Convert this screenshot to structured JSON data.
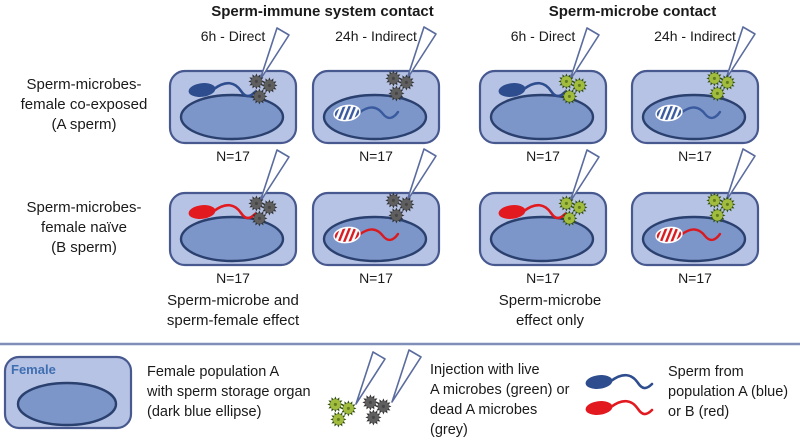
{
  "headers": {
    "left": "Sperm-immune system contact",
    "right": "Sperm-microbe contact"
  },
  "timepoints": [
    "6h - Direct",
    "24h - Indirect",
    "6h - Direct",
    "24h - Indirect"
  ],
  "row_labels": {
    "a": [
      "Sperm-microbes-",
      "female co-exposed",
      "(A sperm)"
    ],
    "b": [
      "Sperm-microbes-",
      "female naïve",
      "(B sperm)"
    ]
  },
  "sample_sizes": [
    "N=17",
    "N=17",
    "N=17",
    "N=17",
    "N=17",
    "N=17",
    "N=17",
    "N=17"
  ],
  "captions": {
    "left": [
      "Sperm-microbe and",
      "sperm-female effect"
    ],
    "right": [
      "Sperm-microbe",
      "effect only"
    ]
  },
  "legend": {
    "female_label": "Female",
    "female_desc": [
      "Female population A",
      "with sperm storage organ",
      "(dark blue ellipse)"
    ],
    "injection_desc": [
      "Injection with live",
      "A microbes (green) or",
      "dead A microbes",
      "(grey)"
    ],
    "sperm_desc": [
      "Sperm from",
      "population A (blue)",
      "or B (red)"
    ]
  },
  "colors": {
    "female_body_fill": "#b7c3e5",
    "female_body_border": "#47598f",
    "storage_organ_fill": "#7d96c9",
    "storage_organ_border": "#2a406e",
    "sperm_population_a": "#2e4d8e",
    "sperm_population_b": "#e2191f",
    "live_microbe": "#a2bd3e",
    "live_microbe_edge": "#33510e",
    "dead_microbe": "#5f5f5f",
    "dead_microbe_edge": "#333333",
    "needle_outline": "#5a6b9e",
    "divider": "#808fb8",
    "text": "#1a1a1a",
    "female_label_color": "#3f6eb0"
  }
}
